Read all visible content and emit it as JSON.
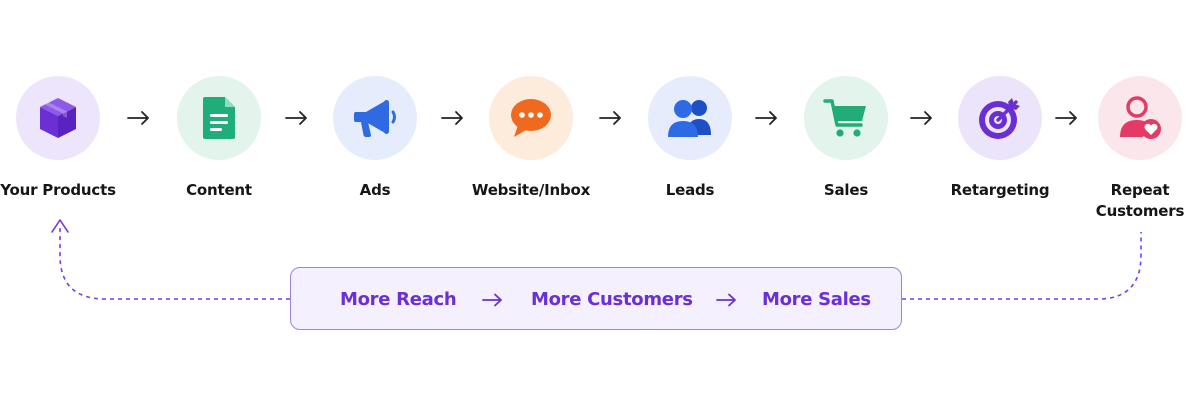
{
  "flow": {
    "steps": [
      {
        "label": "Your Products",
        "icon": "package-box-icon",
        "bg": "#ece5fb",
        "color": "#6b2fd4"
      },
      {
        "label": "Content",
        "icon": "document-icon",
        "bg": "#e2f4ec",
        "color": "#1fae7a"
      },
      {
        "label": "Ads",
        "icon": "megaphone-icon",
        "bg": "#e5ecfb",
        "color": "#2f6ae2"
      },
      {
        "label": "Website/Inbox",
        "icon": "chat-bubble-icon",
        "bg": "#fdebdc",
        "color": "#ef6a1e"
      },
      {
        "label": "Leads",
        "icon": "users-icon",
        "bg": "#e6ecfb",
        "color": "#2a63e6"
      },
      {
        "label": "Sales",
        "icon": "shopping-cart-icon",
        "bg": "#e2f4ec",
        "color": "#21ac78"
      },
      {
        "label": "Retargeting",
        "icon": "target-icon",
        "bg": "#ece4fb",
        "color": "#6a2ed3"
      },
      {
        "label_lines": [
          "Repeat",
          "Customers"
        ],
        "icon": "user-heart-icon",
        "bg": "#fbe6ec",
        "color": "#e33a66"
      }
    ]
  },
  "loop": {
    "items": [
      "More Reach",
      "More Customers",
      "More Sales"
    ],
    "text_color": "#6a2fd6",
    "border_color": "#9d86d8",
    "fill_color": "#f4f0fd",
    "dash_color": "#7a3fe0"
  }
}
